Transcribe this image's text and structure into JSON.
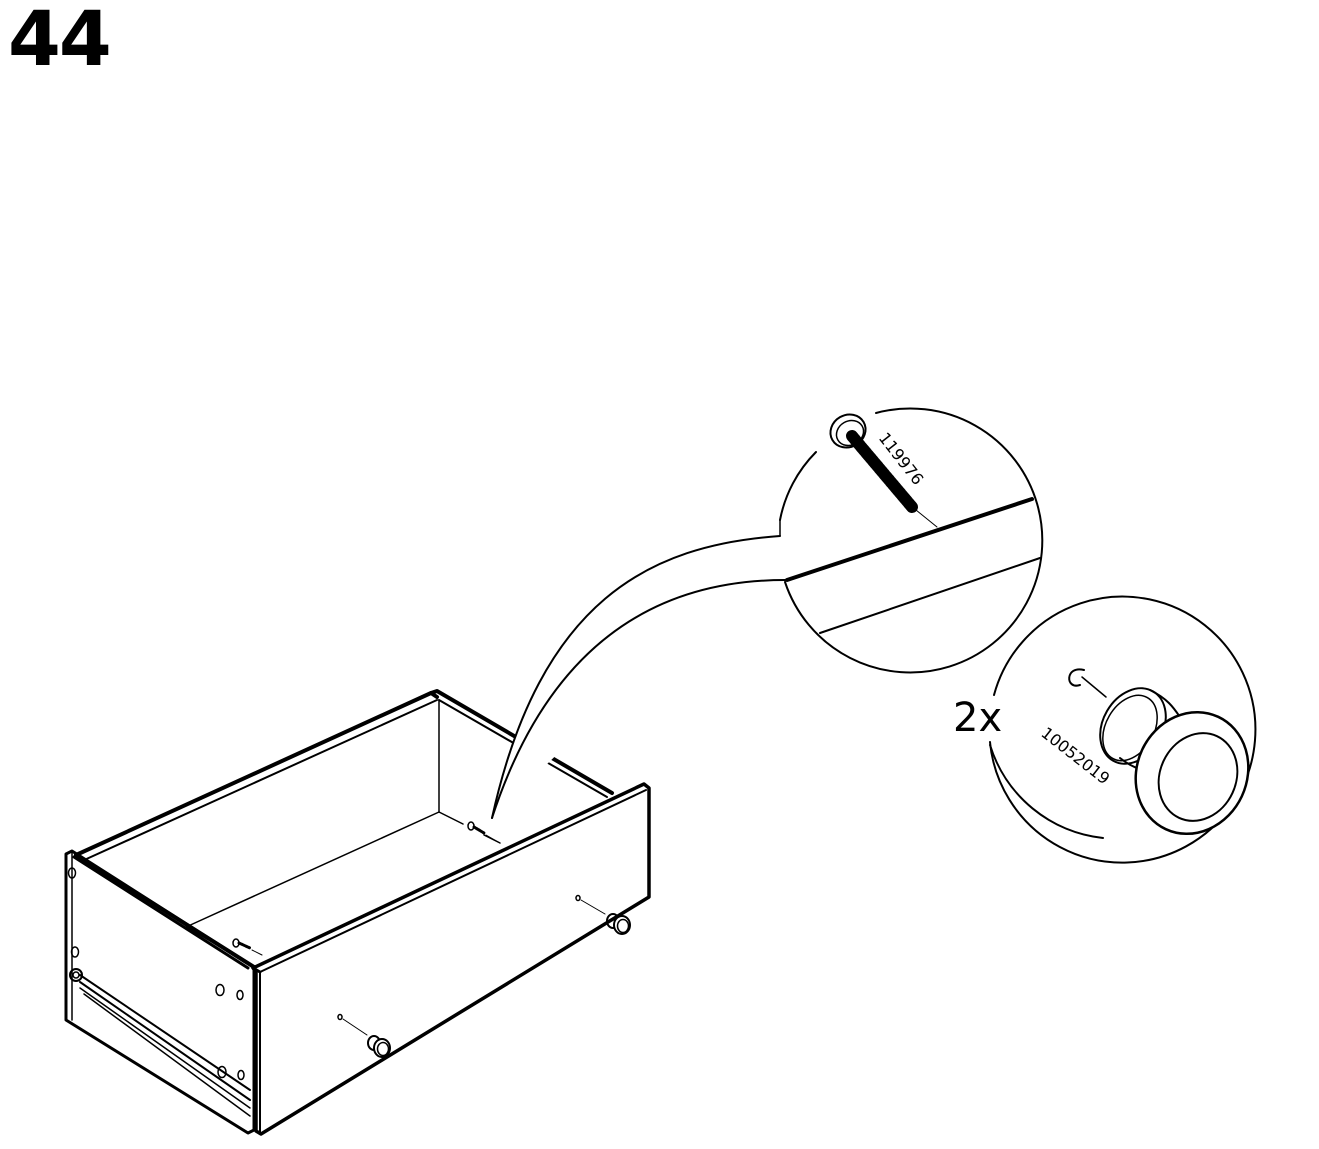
{
  "page": {
    "step_number": "44"
  },
  "callout_screw": {
    "part_number": "119976"
  },
  "callout_knob": {
    "quantity": "2x",
    "part_number": "10052019"
  },
  "colors": {
    "line": "#000000",
    "background": "#ffffff"
  }
}
